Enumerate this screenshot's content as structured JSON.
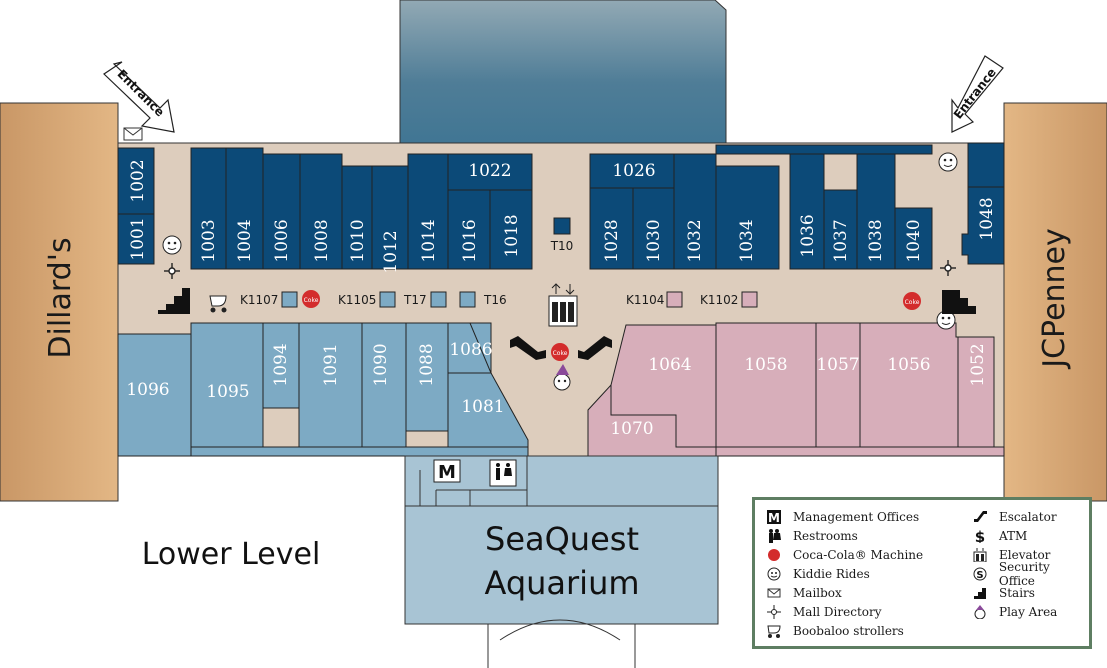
{
  "level_label": "Lower Level",
  "anchors": {
    "left": "Dillard's",
    "right": "JCPenney"
  },
  "aquarium": {
    "line1": "SeaQuest",
    "line2": "Aquarium"
  },
  "entrances": {
    "left": "Entrance",
    "right": "Entrance"
  },
  "units": {
    "u1001": "1001",
    "u1002": "1002",
    "u1003": "1003",
    "u1004": "1004",
    "u1006": "1006",
    "u1008": "1008",
    "u1010": "1010",
    "u1012": "1012",
    "u1014": "1014",
    "u1016": "1016",
    "u1018": "1018",
    "u1022": "1022",
    "u1026": "1026",
    "u1028": "1028",
    "u1030": "1030",
    "u1032": "1032",
    "u1034": "1034",
    "u1036": "1036",
    "u1037": "1037",
    "u1038": "1038",
    "u1040": "1040",
    "u1048": "1048",
    "u1052": "1052",
    "u1056": "1056",
    "u1057": "1057",
    "u1058": "1058",
    "u1064": "1064",
    "u1070": "1070",
    "u1081": "1081",
    "u1086": "1086",
    "u1088": "1088",
    "u1090": "1090",
    "u1091": "1091",
    "u1094": "1094",
    "u1095": "1095",
    "u1096": "1096",
    "t10": "T10"
  },
  "kiosks": {
    "k1107": "K1107",
    "k1105": "K1105",
    "t17": "T17",
    "t16": "T16",
    "k1104": "K1104",
    "k1102": "K1102"
  },
  "legend": {
    "management_offices": "Management Offices",
    "restrooms": "Restrooms",
    "coca_cola": "Coca-Cola® Machine",
    "kiddie_rides": "Kiddie Rides",
    "mailbox": "Mailbox",
    "mall_directory": "Mall Directory",
    "strollers": "Boobaloo strollers",
    "escalator": "Escalator",
    "atm": "ATM",
    "elevator": "Elevator",
    "security_office": "Security Office",
    "stairs": "Stairs",
    "play_area": "Play Area"
  },
  "colors": {
    "dark_blue": "#0c4a78",
    "light_blue": "#7daac4",
    "pink": "#d7aeba",
    "corridor": "#ddcdbd",
    "anchor": "#d6a574",
    "aquarium": "#a8c4d4",
    "legend_border": "#5e7e62"
  }
}
